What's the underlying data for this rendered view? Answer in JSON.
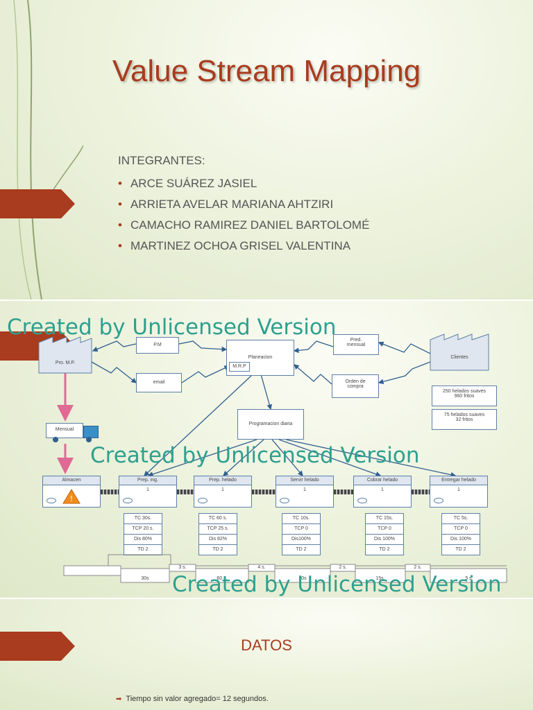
{
  "slide1": {
    "title": "Value Stream Mapping",
    "team_heading": "INTEGRANTES:",
    "members": [
      "ARCE SUÁREZ JASIEL",
      "ARRIETA AVELAR MARIANA AHTZIRI",
      "CAMACHO RAMIREZ DANIEL BARTOLOMÉ",
      "MARTINEZ OCHOA GRISEL VALENTINA"
    ],
    "bullet_glyph": "•"
  },
  "slide2": {
    "watermark": "Created by Unlicensed Version",
    "supplier": "Pro. M.P.",
    "customer": "Clientes",
    "pm": "P.M",
    "email": "email",
    "planning": "Planeacion",
    "mrp": "M.R.P",
    "forecast": "Pred.\nmensual",
    "purchase_order": "Orden de\ncompra",
    "daily_schedule": "Programacion diaria",
    "truck_label": "Mensual",
    "demand1": "250 helados suaves\n960 fritos",
    "demand2": "75 helados suaves\n32 fritos",
    "processes": [
      {
        "name": "Almacen",
        "value": ""
      },
      {
        "name": "Prep. ing.",
        "value": "1"
      },
      {
        "name": "Prep. helado",
        "value": "1"
      },
      {
        "name": "Servir helado",
        "value": "1"
      },
      {
        "name": "Cobrar helado",
        "value": "1"
      },
      {
        "name": "Entregar helado",
        "value": "1"
      }
    ],
    "data_boxes": [
      [
        "TC 30s.",
        "TCP 20 s.",
        "Dis 80%",
        "TD 2"
      ],
      [
        "TC 60 s.",
        "TCP 25 s.",
        "Dis 82%",
        "TD 2"
      ],
      [
        "TC 10s.",
        "TCP 0",
        "Dis100%",
        "TD 2"
      ],
      [
        "TC 15s.",
        "TCP 0",
        "Dis 100%",
        "TD 2"
      ],
      [
        "TC 5s.",
        "TCP 0",
        "Dis 100%",
        "TD 2"
      ]
    ],
    "timeline_waits": [
      "3 s.",
      "4 s.",
      "2 s.",
      "2 s."
    ],
    "timeline_times": [
      "30s",
      "60 s.",
      "10s",
      "15s.",
      "5 s"
    ]
  },
  "slide3": {
    "title": "DATOS",
    "bullet": "Tiempo sin valor agregado= 12 segundos.",
    "bullet_glyph": "➡"
  },
  "colors": {
    "accent": "#a93b1e",
    "watermark": "#2ea08e",
    "line": "#2f5f8f"
  }
}
